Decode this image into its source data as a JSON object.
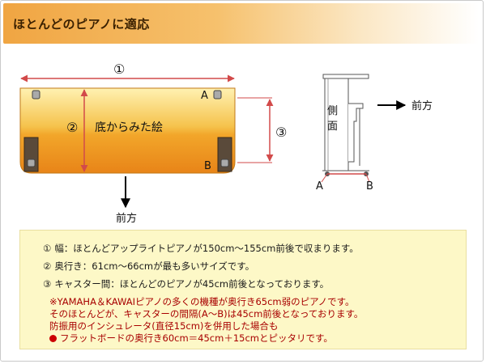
{
  "header": {
    "title": "ほとんどのピアノに適応"
  },
  "diagram": {
    "width_marker": "①",
    "depth_marker": "②",
    "caster_marker": "③",
    "bottom_view_label": "底からみた絵",
    "caster_a": "A",
    "caster_b": "B",
    "front_label": "前方",
    "side_label": "側面",
    "side_front_label": "前方",
    "side_a": "A",
    "side_b": "B"
  },
  "info": {
    "item1_num": "①",
    "item1_text": "幅：ほとんどアップライトピアノが150cm～155cm前後で収まります。",
    "item2_num": "②",
    "item2_text": "奥行き：61cm～66cmが最も多いサイズです。",
    "item3_num": "③",
    "item3_text": "キャスター間：ほとんどのピアノが45cm前後となっております。",
    "note1": "※YAMAHA＆KAWAIピアノの多くの機種が奥行き65cm弱のピアノです。",
    "note2": "そのほとんどが、キャスターの間隔(A～B)は45cm前後となっております。",
    "note3": "防振用のインシュレータ(直径15cm)を併用した場合も",
    "note4": "フラットボードの奥行き60cm＝45cm＋15cmとピッタリです。"
  },
  "colors": {
    "accent_orange": "#f0a542",
    "arrow_red": "#d24a4a",
    "info_bg": "#fdf8c7",
    "note_red": "#a80000"
  }
}
